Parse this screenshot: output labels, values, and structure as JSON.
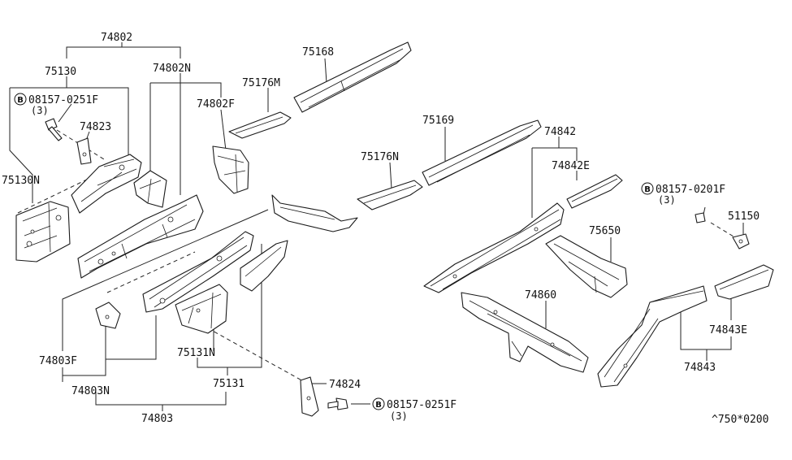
{
  "labels": {
    "p74802": "74802",
    "p75130": "75130",
    "p74802N": "74802N",
    "p75168": "75168",
    "p75176M": "75176M",
    "p74802F": "74802F",
    "p74823": "74823",
    "p75130N": "75130N",
    "p75169": "75169",
    "p74842": "74842",
    "p74842E": "74842E",
    "p75176N": "75176N",
    "p51150": "51150",
    "p75650": "75650",
    "p74860": "74860",
    "p74843E": "74843E",
    "p74843": "74843",
    "p74803F": "74803F",
    "p75131N": "75131N",
    "p74803N": "74803N",
    "p75131": "75131",
    "p74803": "74803",
    "p74824": "74824"
  },
  "bolts": {
    "bolt_top_left": {
      "symbol": "B",
      "part": "08157-0251F",
      "qty": "(3)"
    },
    "bolt_right": {
      "symbol": "B",
      "part": "08157-0201F",
      "qty": "(3)"
    },
    "bolt_bottom": {
      "symbol": "B",
      "part": "08157-0251F",
      "qty": "(3)"
    }
  },
  "footer": {
    "code": "^750*0200"
  }
}
